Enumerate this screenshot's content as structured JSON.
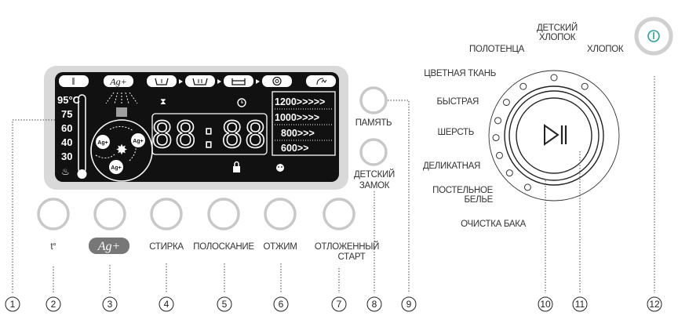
{
  "display": {
    "temperatures": [
      "95°C",
      "75",
      "60",
      "40",
      "30"
    ],
    "time_digits": "88:88",
    "spin_speeds": [
      "1200>>>>>",
      "1000>>>>",
      "800>>>",
      "600>>"
    ],
    "ag_label": "Ag+",
    "ag_bubble": "Ag+",
    "icons": [
      "prewash-icon",
      "ag-plus-icon",
      "wash-icon",
      "rinse-icon",
      "spin-basin-icon",
      "spin-icon",
      "memory-icon",
      "thermometer-icon",
      "hourglass-icon",
      "clock-icon",
      "lock-icon",
      "child-face-icon",
      "cold-wash-icon"
    ]
  },
  "buttons": [
    {
      "label": "t°"
    },
    {
      "label": "Ag+"
    },
    {
      "label": "СТИРКА"
    },
    {
      "label": "ПОЛОСКАНИЕ"
    },
    {
      "label": "ОТЖИМ"
    },
    {
      "label": "ОТЛОЖЕННЫЙ",
      "label2": "СТАРТ"
    }
  ],
  "side_buttons": {
    "memory": "ПАМЯТЬ",
    "child_lock_1": "ДЕТСКИЙ",
    "child_lock_2": "ЗАМОК"
  },
  "programs": {
    "cotton": "ХЛОПОК",
    "baby_cotton_1": "ДЕТСКИЙ",
    "baby_cotton_2": "ХЛОПОК",
    "towels": "ПОЛОТЕНЦА",
    "colored": "ЦВЕТНАЯ ТКАНЬ",
    "quick": "БЫСТРАЯ",
    "wool": "ШЕРСТЬ",
    "delicate": "ДЕЛИКАТНАЯ",
    "bedding_1": "ПОСТЕЛЬНОЕ",
    "bedding_2": "БЕЛЬЕ",
    "drum_clean": "ОЧИСТКА БАКА"
  },
  "callouts": [
    "1",
    "2",
    "3",
    "4",
    "5",
    "6",
    "7",
    "8",
    "9",
    "10",
    "11",
    "12"
  ],
  "colors": {
    "power_accent": "#2aa198",
    "lcd_bg": "#111111",
    "panel_bg": "#d9d9d9"
  }
}
